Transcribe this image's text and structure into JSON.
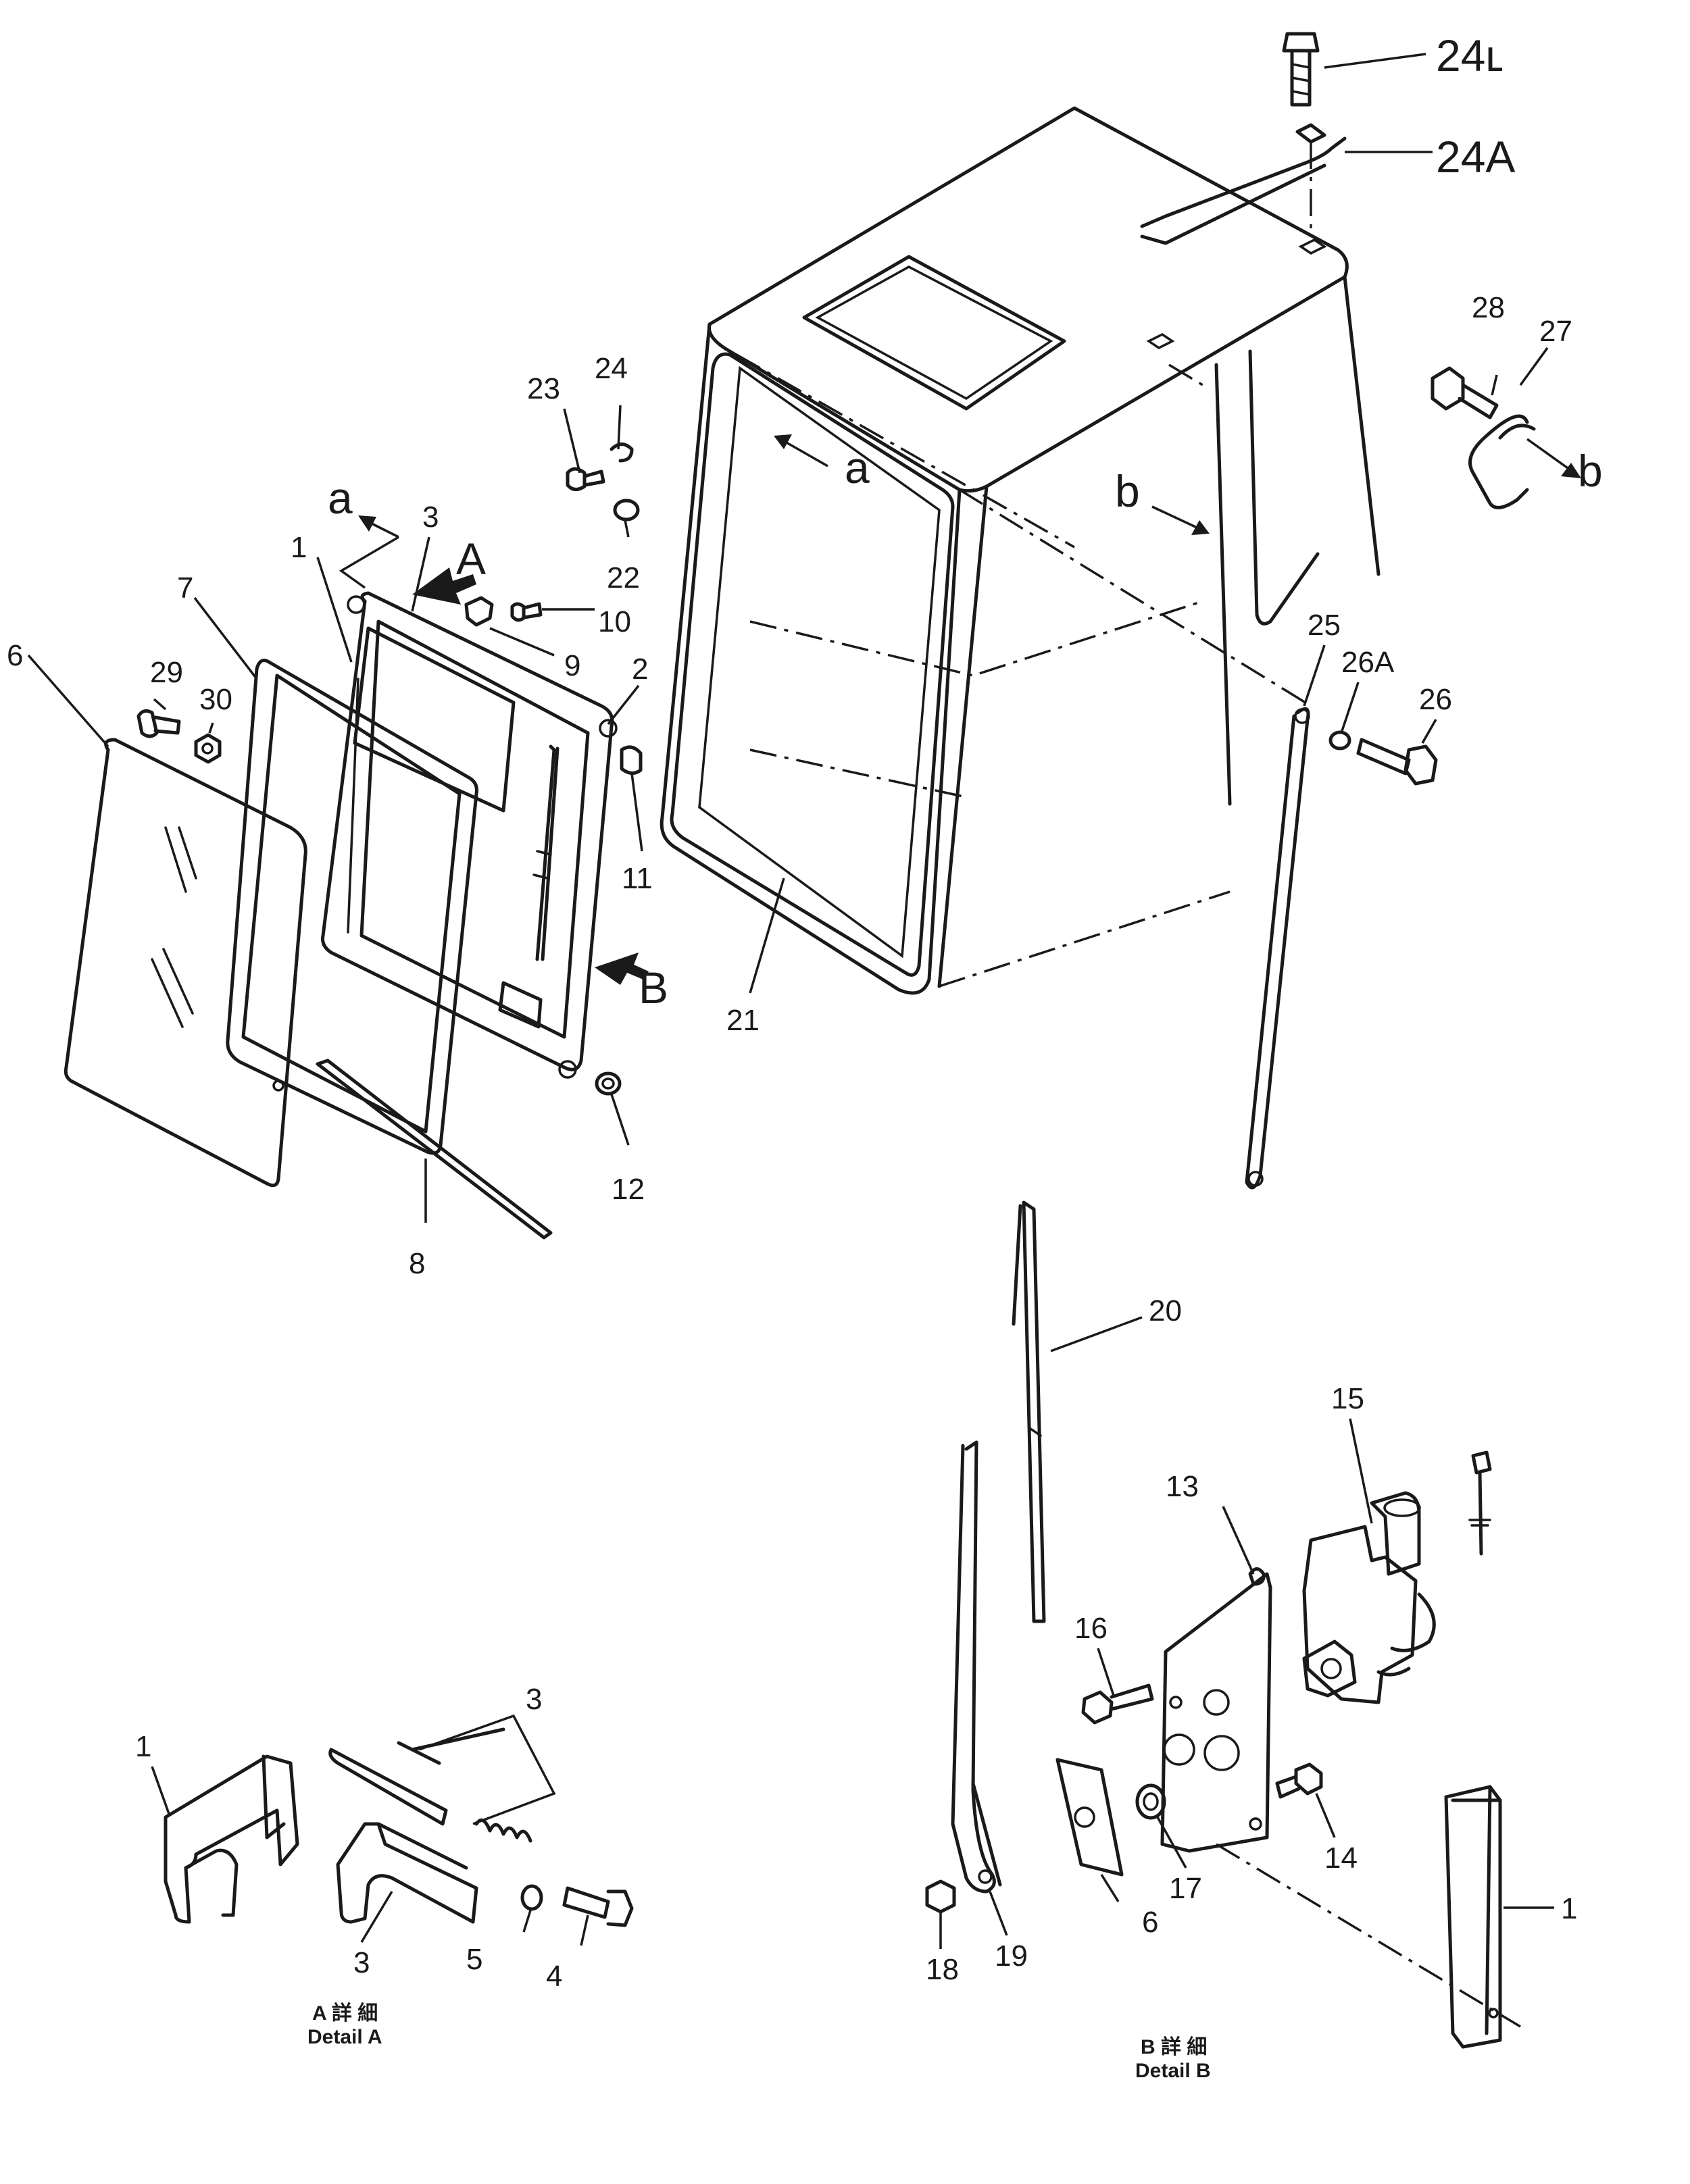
{
  "callouts": {
    "p24L": "24ʟ",
    "p24A": "24A",
    "p28": "28",
    "p27": "27",
    "ref_b_right": "b",
    "p23": "23",
    "p24": "24",
    "ref_a_cab": "a",
    "ref_b_cab": "b",
    "ref_a_left": "a",
    "p3_top": "3",
    "arrow_A": "A",
    "p1_top": "1",
    "p7": "7",
    "p6_top": "6",
    "p29": "29",
    "p30": "30",
    "p22": "22",
    "p10": "10",
    "p9": "9",
    "p2": "2",
    "p11": "11",
    "arrow_B": "B",
    "p12": "12",
    "p8": "8",
    "p21": "21",
    "p25": "25",
    "p26A": "26A",
    "p26": "26",
    "p20": "20",
    "p15": "15",
    "p13": "13",
    "p16": "16",
    "p14": "14",
    "p17": "17",
    "p6_b": "6",
    "p18": "18",
    "p19": "19",
    "p1_b": "1",
    "pA1": "1",
    "pA3_top": "3",
    "pA3_bottom": "3",
    "pA5": "5",
    "pA4": "4"
  },
  "captions": {
    "detail_a_jp": "A 詳 細",
    "detail_a_en": "Detail A",
    "detail_b_jp": "B 詳 細",
    "detail_b_en": "Detail B"
  }
}
